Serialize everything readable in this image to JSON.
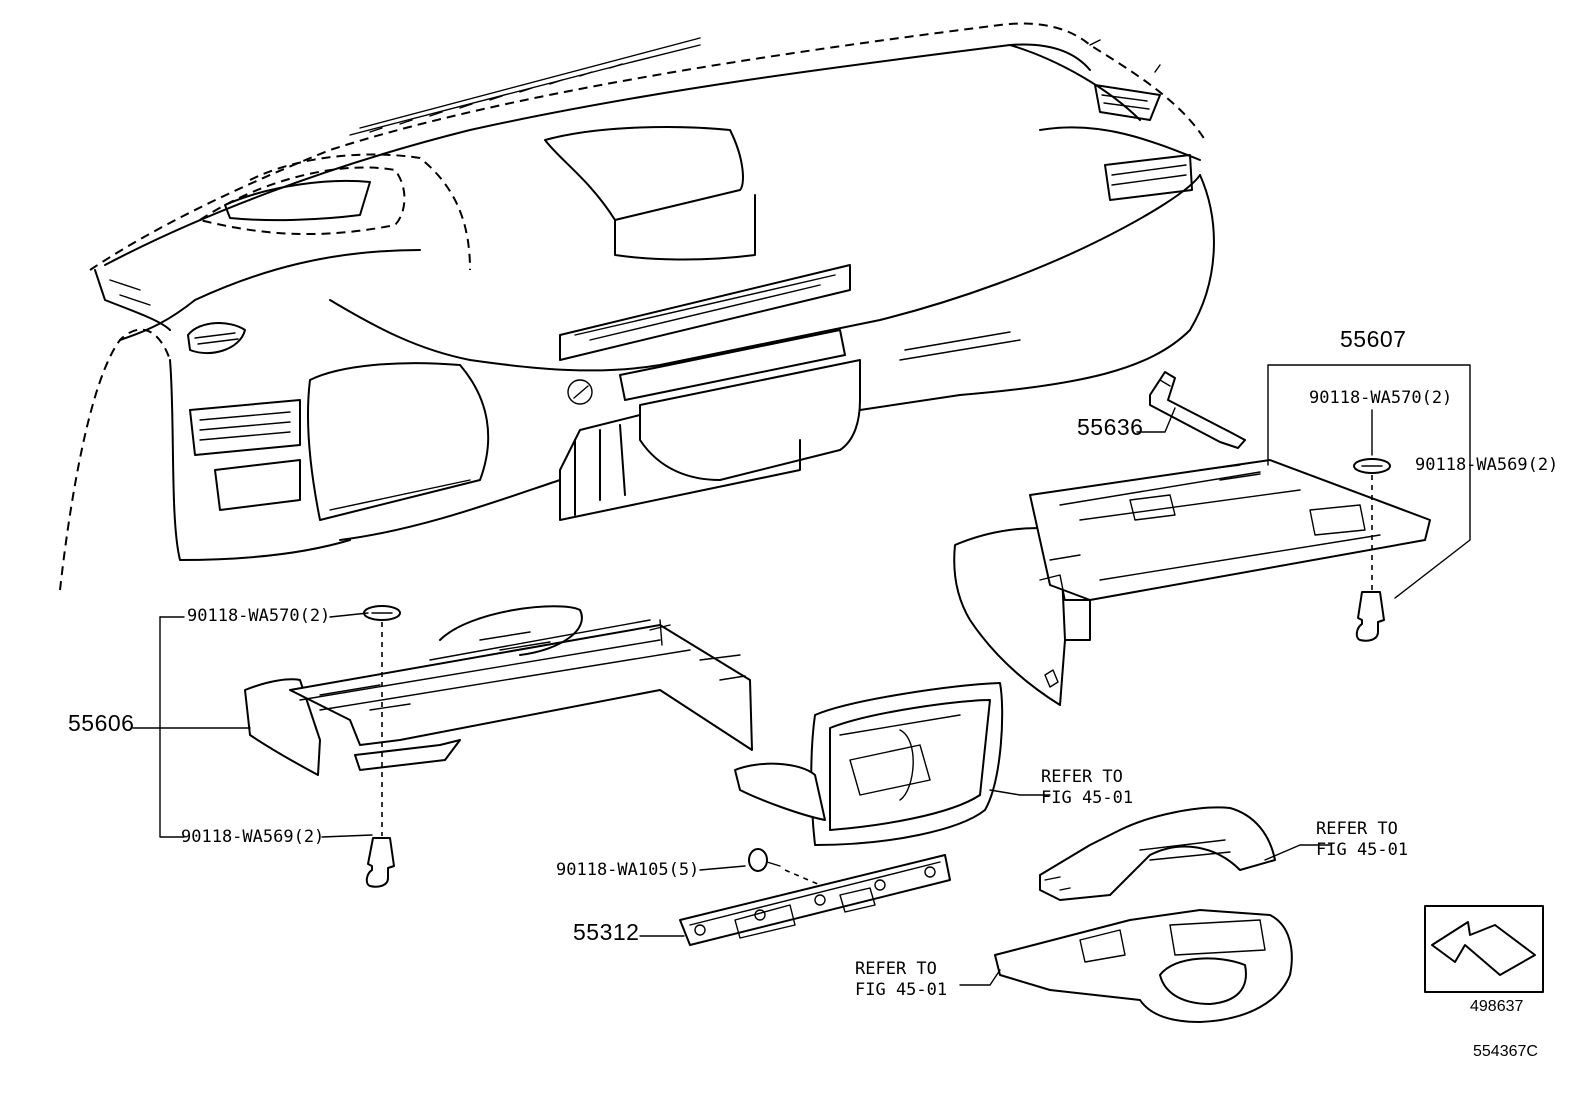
{
  "part_labels": {
    "p55607": "55607",
    "p55636": "55636",
    "p55606": "55606",
    "p55312": "55312",
    "wa570_right": "90118-WA570(2)",
    "wa569_right": "90118-WA569(2)",
    "wa570_left": "90118-WA570(2)",
    "wa569_left": "90118-WA569(2)",
    "wa105": "90118-WA105(5)"
  },
  "refer_labels": {
    "glovebox": [
      "REFER TO",
      "FIG 45-01"
    ],
    "column_upper": [
      "REFER TO",
      "FIG 45-01"
    ],
    "column_lower": [
      "REFER TO",
      "FIG 45-01"
    ]
  },
  "codes": {
    "arrow_ref": "498637",
    "diagram_id": "554367C"
  }
}
